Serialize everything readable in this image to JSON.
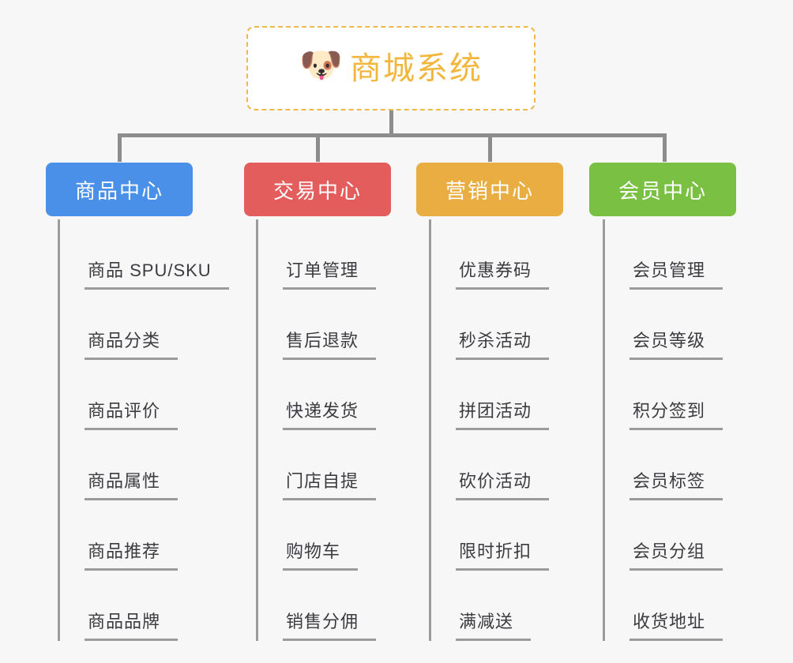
{
  "root": {
    "title": "商城系统",
    "emoji": "🐶",
    "emoji_name": "shiba-dog-face-icon",
    "text_color": "#f2b63c",
    "border_color": "#f0b74a",
    "background": "#ffffff"
  },
  "canvas": {
    "background": "#f7f7f7",
    "connector_color": "#8d8d8d",
    "spine_color": "#9b9b9b",
    "item_text_color": "#3b3b40"
  },
  "branches": [
    {
      "label": "商品中心",
      "color": "#4a90e8",
      "items": [
        "商品 SPU/SKU",
        "商品分类",
        "商品评价",
        "商品属性",
        "商品推荐",
        "商品品牌"
      ]
    },
    {
      "label": "交易中心",
      "color": "#e35d5d",
      "items": [
        "订单管理",
        "售后退款",
        "快递发货",
        "门店自提",
        "购物车",
        "销售分佣"
      ]
    },
    {
      "label": "营销中心",
      "color": "#e9ad42",
      "items": [
        "优惠券码",
        "秒杀活动",
        "拼团活动",
        "砍价活动",
        "限时折扣",
        "满减送"
      ]
    },
    {
      "label": "会员中心",
      "color": "#7ac143",
      "items": [
        "会员管理",
        "会员等级",
        "积分签到",
        "会员标签",
        "会员分组",
        "收货地址"
      ]
    }
  ]
}
